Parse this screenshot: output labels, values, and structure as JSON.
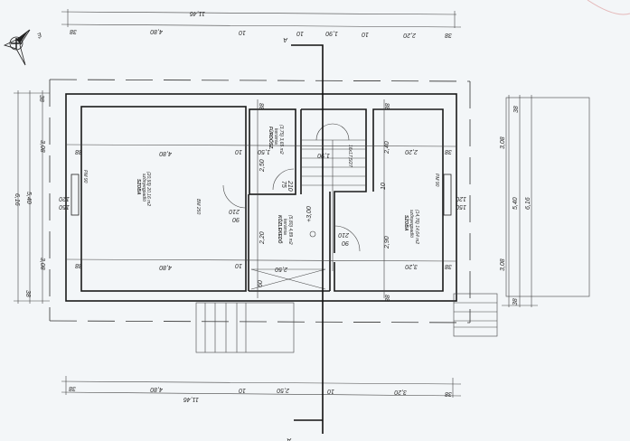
{
  "title": "Emeleti alaprajz",
  "compass": {
    "label": "É"
  },
  "section_marker": "A",
  "top_dims": {
    "total": "11,46",
    "segments": [
      "38",
      "4,80",
      "10",
      "10",
      "1,90",
      "10",
      "2,20",
      "38"
    ]
  },
  "bottom_dims": {
    "total": "11,46",
    "segments": [
      "38",
      "4,80",
      "10",
      "2,50",
      "10",
      "3,20",
      "38"
    ]
  },
  "left_dims": {
    "total": "6,16",
    "middle": "5,40",
    "segments": [
      "38",
      "3,08",
      "3,08",
      "38"
    ]
  },
  "right_dims": {
    "total": "6,16",
    "middle": "5,40",
    "segments": [
      "38",
      "3,08",
      "3,08",
      "38"
    ]
  },
  "rooms": {
    "left": {
      "name": "SZOBA",
      "floor": "szőnyegpadló",
      "area": "(20,93) 20,16 m2",
      "width": "4,80",
      "wall": "38",
      "wall2": "10",
      "window": "PM 90",
      "win_w": "150",
      "win_h": "120",
      "door": "BM 250",
      "door_w": "90",
      "door_h": "210"
    },
    "bath": {
      "name": "FÜRDŐSZ.",
      "floor": "kerámia",
      "area": "(3,75) 3,65 m2",
      "width": "1,50",
      "height": "2,50",
      "door_w": "75",
      "door_h": "210",
      "wall": "38"
    },
    "stair": {
      "label": "1,90",
      "steps": "16x17,5/27"
    },
    "hall": {
      "name": "KÖZLEKEDŐ",
      "floor": "kerámia",
      "area": "(5,80) 4,89 m2",
      "width": "2,50",
      "height": "2,20",
      "level": "+3,00",
      "door_w": "90",
      "door_h": "210",
      "bottom": "60"
    },
    "right": {
      "name": "SZOBA",
      "floor": "szőnyegpadló",
      "area": "(14,76) 14,64 m2",
      "width": "3,20",
      "top_w": "2,20",
      "h1": "2,40",
      "h2": "2,90",
      "wall": "10",
      "window": "PM 90",
      "win_w": "150",
      "win_h": "120",
      "wall_ext": "38"
    }
  }
}
